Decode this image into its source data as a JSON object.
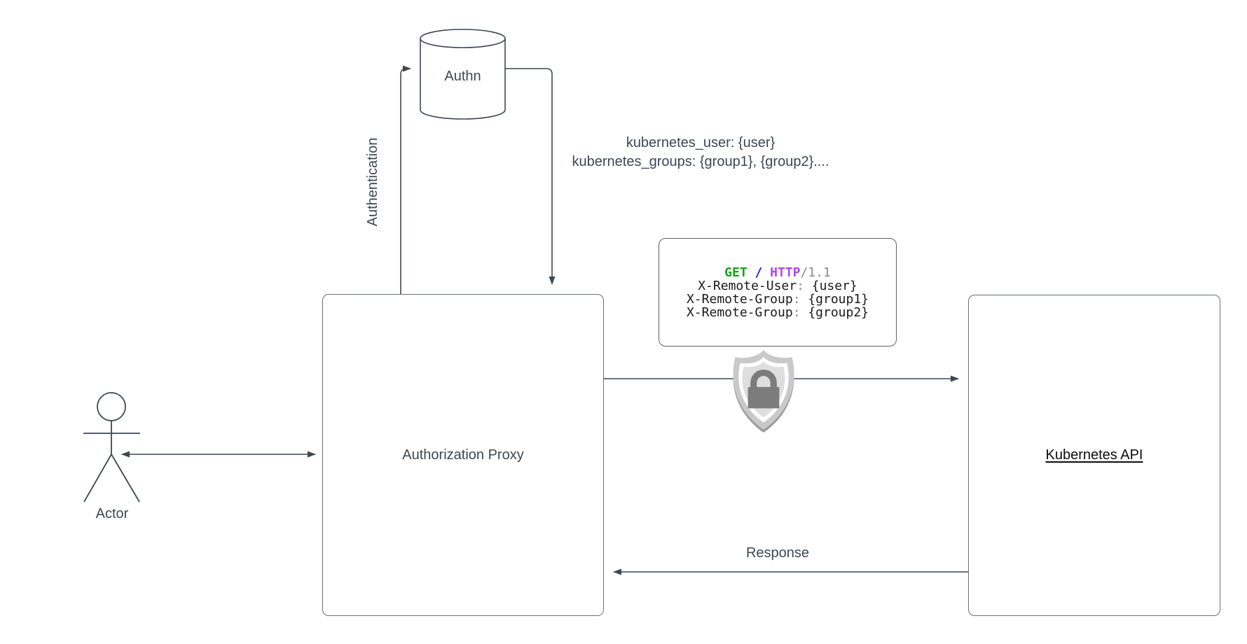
{
  "diagram": {
    "nodes": {
      "actor": {
        "label": "Actor"
      },
      "authn": {
        "label": "Authn"
      },
      "authorization_proxy": {
        "label": "Authorization Proxy"
      },
      "kubernetes_api": {
        "label": "Kubernetes API"
      }
    },
    "edges": {
      "authentication": {
        "label": "Authentication"
      },
      "authn_result": {
        "lines": [
          "kubernetes_user: {user}",
          "kubernetes_groups: {group1}, {group2}...."
        ]
      },
      "response": {
        "label": "Response"
      }
    },
    "code_block": {
      "request_line": {
        "method": "GET",
        "path_separator": "/",
        "protocol": "HTTP",
        "version": "/1.1"
      },
      "headers": [
        {
          "name": "X-Remote-User",
          "colon": ":",
          "value": "{user}"
        },
        {
          "name": "X-Remote-Group",
          "colon": ":",
          "value": "{group1}"
        },
        {
          "name": "X-Remote-Group",
          "colon": ":",
          "value": "{group2}"
        }
      ]
    },
    "icons": {
      "security": "shield-lock-icon",
      "actor": "person-icon",
      "authn_store": "database-cylinder-icon"
    },
    "colors": {
      "ink": "#3d4754",
      "node_border": "#6b7077",
      "code_border": "#616161",
      "method_green": "#17a317",
      "slash_blue": "#2222dd",
      "protocol_purple": "#b046e8",
      "version_gray": "#8a8a8a",
      "header_text": "#1a1a1a",
      "shield_gray": "#c9c9c9",
      "shield_shadow": "#9b9b9b",
      "shield_inner": "#dedede",
      "lock_gray": "#7c7c7c",
      "background": "#ffffff"
    }
  }
}
